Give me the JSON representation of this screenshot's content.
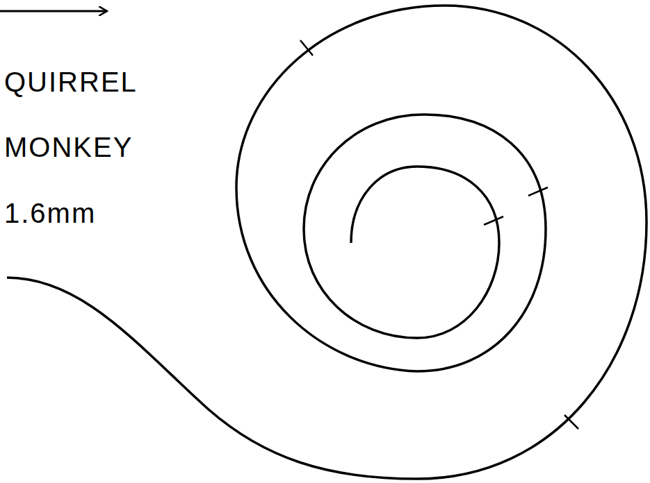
{
  "diagram": {
    "labels": [
      "QUIRREL",
      "MONKEY",
      "1.6mm"
    ]
  }
}
